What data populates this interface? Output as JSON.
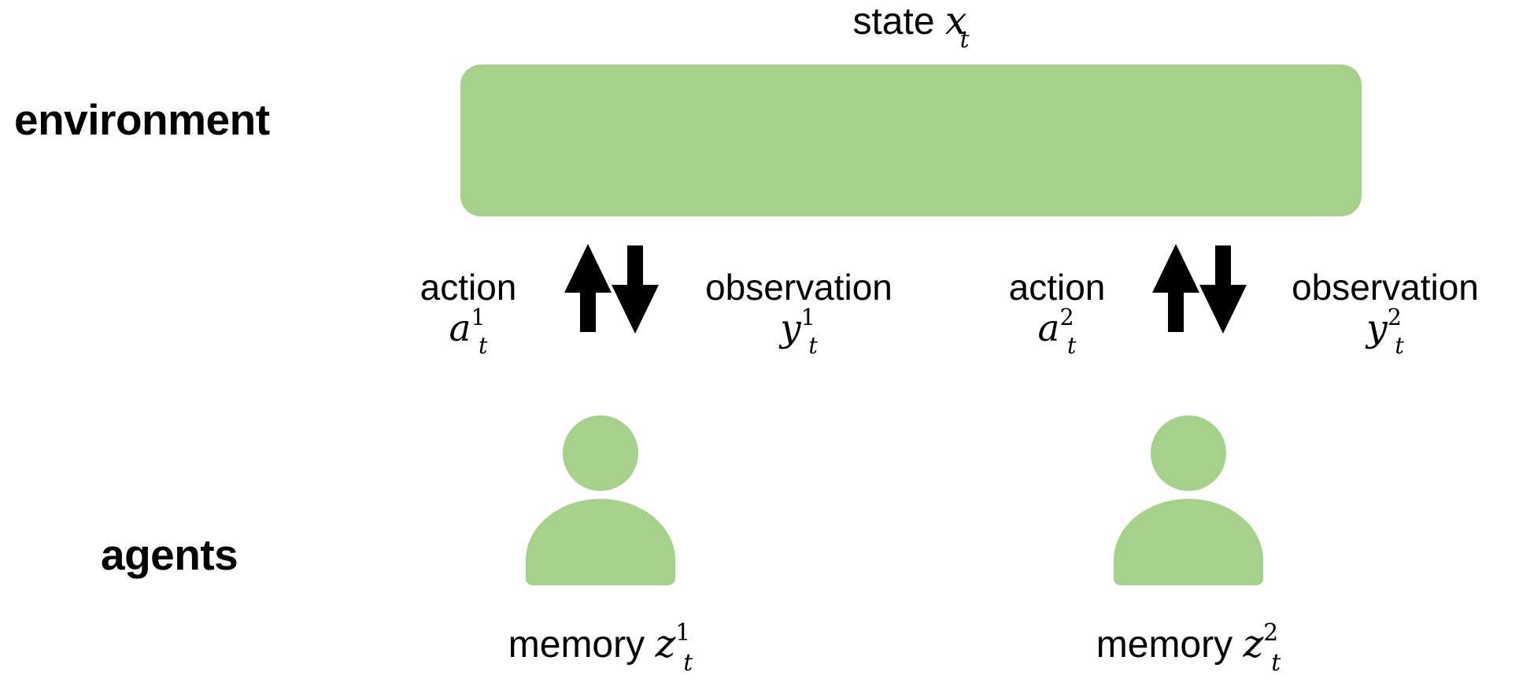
{
  "figure": {
    "type": "diagram",
    "title": "multi-agent partially-observable environment loop",
    "background": "#ffffff",
    "accent_color": "#a6d18b",
    "line_color": "#000000"
  },
  "rows": {
    "environment_label": "environment",
    "agents_label": "agents"
  },
  "environment": {
    "state_label": "state",
    "state_symbol": "x",
    "state_subscript": "t",
    "box_color": "#a6d18b"
  },
  "agents": [
    {
      "index": "1",
      "action": {
        "label": "action",
        "symbol": "a",
        "superscript": "1",
        "subscript": "t",
        "direction": "up"
      },
      "observation": {
        "label": "observation",
        "symbol": "y",
        "superscript": "1",
        "subscript": "t",
        "direction": "down"
      },
      "memory": {
        "label": "memory",
        "symbol": "z",
        "superscript": "1",
        "subscript": "t"
      },
      "icon": "person-icon",
      "color": "#a6d18b"
    },
    {
      "index": "2",
      "action": {
        "label": "action",
        "symbol": "a",
        "superscript": "2",
        "subscript": "t",
        "direction": "up"
      },
      "observation": {
        "label": "observation",
        "symbol": "y",
        "superscript": "2",
        "subscript": "t",
        "direction": "down"
      },
      "memory": {
        "label": "memory",
        "symbol": "z",
        "superscript": "2",
        "subscript": "t"
      },
      "icon": "person-icon",
      "color": "#a6d18b"
    }
  ]
}
